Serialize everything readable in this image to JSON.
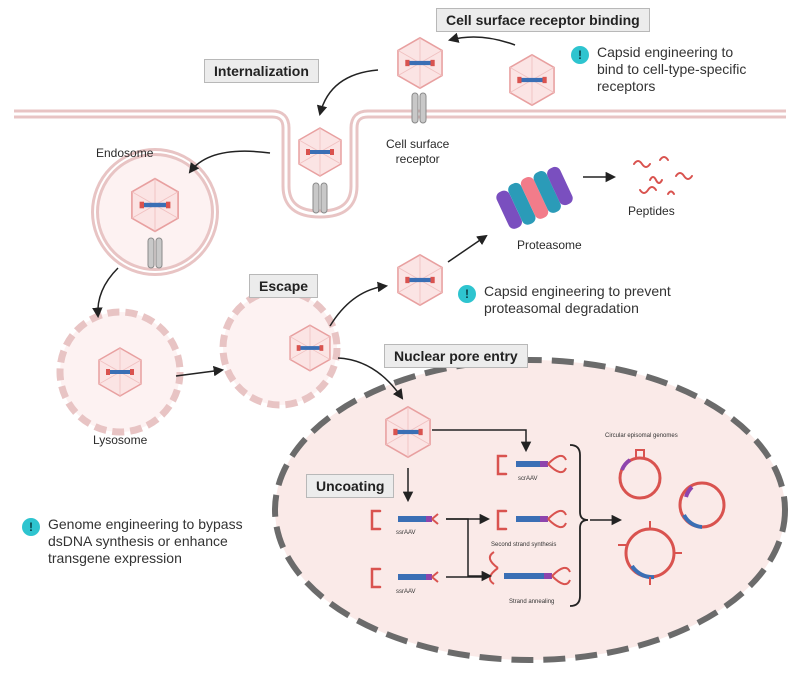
{
  "steps": {
    "cell_surface_binding": "Cell surface receptor binding",
    "internalization": "Internalization",
    "escape": "Escape",
    "nuclear_pore_entry": "Nuclear pore entry",
    "uncoating": "Uncoating"
  },
  "labels": {
    "cell_surface_receptor": "Cell surface\nreceptor",
    "endosome": "Endosome",
    "lysosome": "Lysosome",
    "proteasome": "Proteasome",
    "peptides": "Peptides",
    "ssraav": "ssrAAV",
    "scraav": "scrAAV",
    "second_strand_synthesis": "Second strand synthesis",
    "strand_annealing": "Strand annealing",
    "circular_episomal_genomes": "Circular episomal genomes"
  },
  "notes": {
    "capsid_receptor": "Capsid engineering to\nbind to cell-type-specific\nreceptors",
    "capsid_proteasome": "Capsid engineering to prevent\nproteasomal degradation",
    "genome_engineering": "Genome engineering to bypass\ndsDNA synthesis or enhance\ntransgene expression"
  },
  "colors": {
    "capsid_fill": "#fbe4e4",
    "capsid_stroke": "#e8a0a0",
    "membrane": "#e8c4c4",
    "receptor": "#c8c8c8",
    "dna_blue": "#3a6fb5",
    "dna_red": "#d9534f",
    "dna_purple": "#8e44ad",
    "icon": "#2ec4cf"
  },
  "icons": {
    "note_icon": "exclamation-circle-icon"
  }
}
